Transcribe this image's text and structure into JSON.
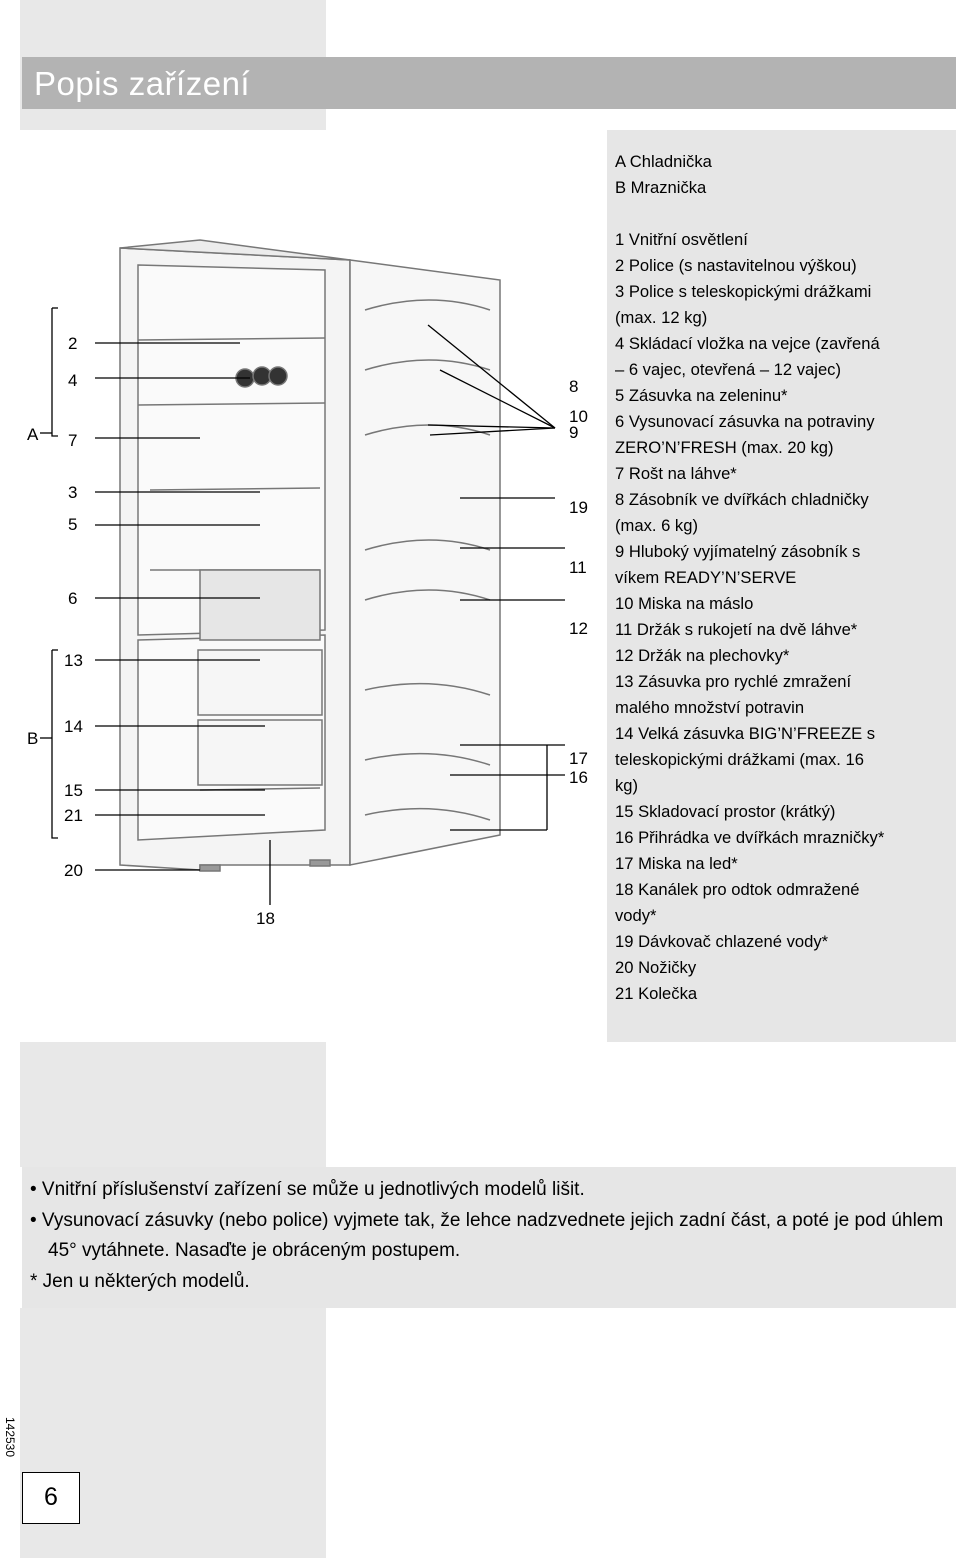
{
  "title": "Popis zařízení",
  "legend": {
    "A": "A  Chladnička",
    "B": "B  Mraznička",
    "items": [
      "1  Vnitřní osvětlení",
      "2  Police (s nastavitelnou výškou)",
      "3  Police s teleskopickými drážkami",
      "(max. 12 kg)",
      "4  Skládací vložka na vejce (zavřená",
      "– 6 vajec, otevřená – 12 vajec)",
      "5  Zásuvka na zeleninu*",
      "6  Vysunovací zásuvka na potraviny",
      "ZERO’N’FRESH (max. 20 kg)",
      "7  Rošt na láhve*",
      "8  Zásobník ve dvířkách chladničky",
      "(max. 6 kg)",
      "9  Hluboký vyjímatelný zásobník s",
      "víkem READY’N’SERVE",
      "10 Miska na máslo",
      "11 Držák s rukojetí na dvě láhve*",
      "12 Držák na plechovky*",
      "13 Zásuvka pro rychlé zmražení",
      "malého množství potravin",
      "14 Velká zásuvka BIG’N’FREEZE s",
      "teleskopickými drážkami (max. 16",
      "kg)",
      "15 Skladovací prostor (krátký)",
      "16 Přihrádka ve dvířkách mrazničky*",
      "17 Miska na led*",
      "18 Kanálek pro odtok odmražené",
      "vody*",
      "19 Dávkovač chlazené vody*",
      "20 Nožičky",
      "21 Kolečka"
    ]
  },
  "diagram_labels": {
    "A": "A",
    "B": "B",
    "l2": "2",
    "l4": "4",
    "l7": "7",
    "l3": "3",
    "l5": "5",
    "l6": "6",
    "l13": "13",
    "l14": "14",
    "l15": "15",
    "l21": "21",
    "l20": "20",
    "l18": "18",
    "r8": "8",
    "r10": "10",
    "r9": "9",
    "r19": "19",
    "r11": "11",
    "r12": "12",
    "r17": "17",
    "r16": "16"
  },
  "notes": [
    "• Vnitřní příslušenství zařízení se může u jednotlivých modelů lišit.",
    "• Vysunovací zásuvky (nebo police) vyjmete tak, že lehce nadzvednete jejich zadní část, a poté je pod úhlem 45° vytáhnete. Nasaďte je obráceným postupem.",
    "* Jen u některých modelů."
  ],
  "doc_code": "142530",
  "page_number": "6"
}
